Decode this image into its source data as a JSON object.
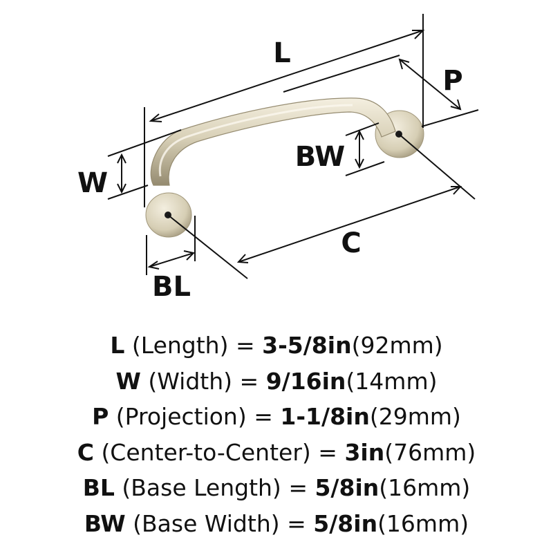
{
  "diagram": {
    "labels": {
      "L": "L",
      "P": "P",
      "W": "W",
      "BW": "BW",
      "C": "C",
      "BL": "BL"
    },
    "colors": {
      "line": "#111111",
      "metal_light": "#ece6d3",
      "metal_mid": "#cfc7ae",
      "metal_dark": "#958b70",
      "hole": "#1b1b1b"
    }
  },
  "specs": [
    {
      "code": "L",
      "name": "(Length)",
      "eq": "=",
      "value": "3-5/8in",
      "metric": "(92mm)"
    },
    {
      "code": "W",
      "name": "(Width)",
      "eq": "=",
      "value": "9/16in",
      "metric": "(14mm)"
    },
    {
      "code": "P",
      "name": "(Projection)",
      "eq": "=",
      "value": "1-1/8in",
      "metric": "(29mm)"
    },
    {
      "code": "C",
      "name": "(Center-to-Center)",
      "eq": "=",
      "value": "3in",
      "metric": "(76mm)"
    },
    {
      "code": "BL",
      "name": "(Base Length)",
      "eq": "=",
      "value": "5/8in",
      "metric": "(16mm)"
    },
    {
      "code": "BW",
      "name": "(Base Width)",
      "eq": "=",
      "value": "5/8in",
      "metric": "(16mm)"
    }
  ]
}
